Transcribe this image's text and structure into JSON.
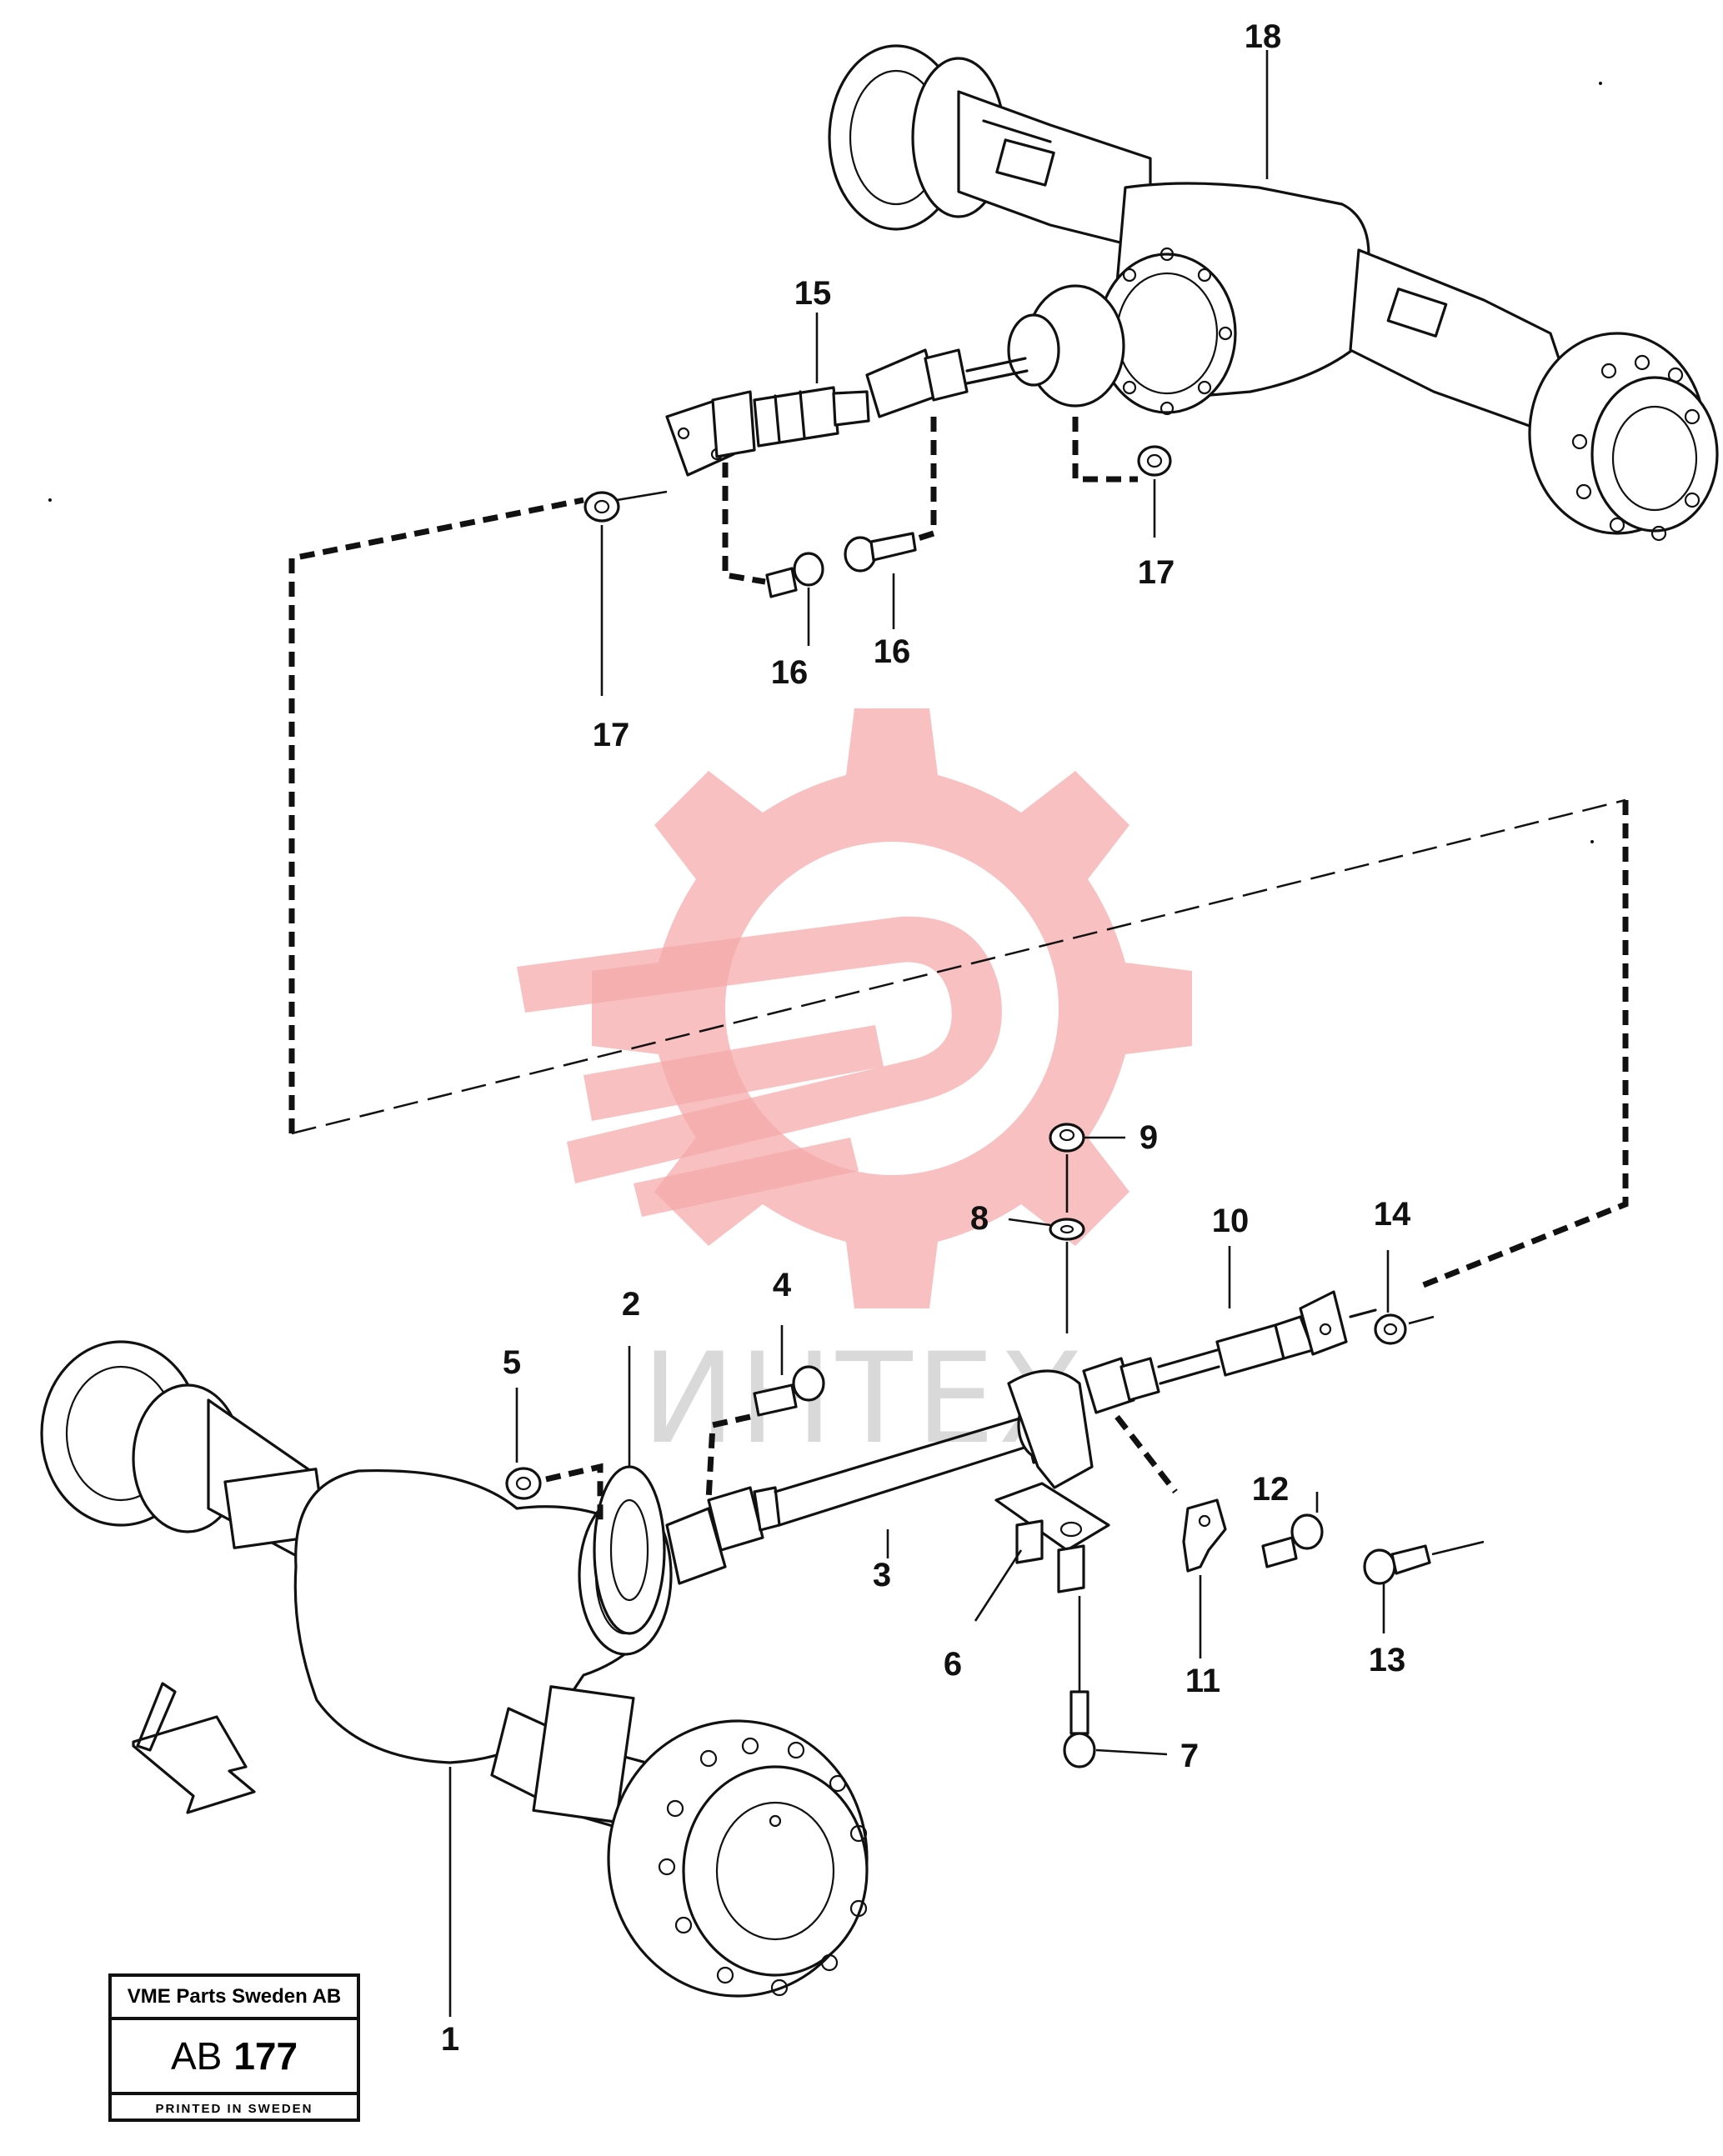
{
  "diagram": {
    "labels": [
      "1",
      "2",
      "3",
      "4",
      "5",
      "6",
      "7",
      "8",
      "9",
      "10",
      "11",
      "12",
      "13",
      "14",
      "15",
      "16",
      "16",
      "17",
      "17",
      "18"
    ],
    "watermark_text": "ИНТЕХ"
  },
  "stamp": {
    "company": "VME Parts Sweden AB",
    "ref_prefix": "AB",
    "ref_number": "177",
    "printed": "PRINTED IN SWEDEN"
  },
  "colors": {
    "line": "#111111",
    "watermark": "#f5a8a8"
  }
}
